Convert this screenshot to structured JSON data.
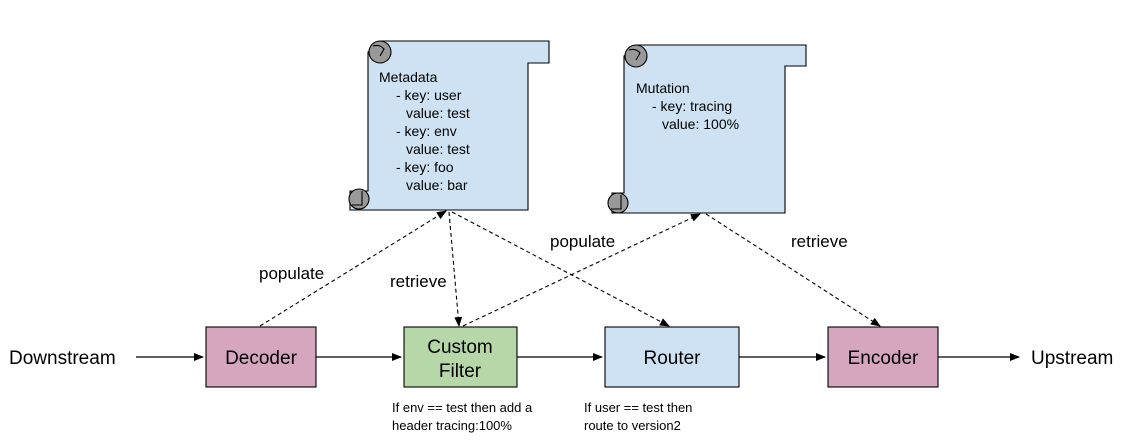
{
  "colors": {
    "decoder_fill": "#d5a6bd",
    "encoder_fill": "#d5a6bd",
    "filter_fill": "#b6d7a8",
    "router_fill": "#cfe2f3",
    "scroll_fill": "#cfe2f3",
    "scroll_curl": "#999999"
  },
  "endpoints": {
    "downstream": "Downstream",
    "upstream": "Upstream"
  },
  "nodes": {
    "decoder": "Decoder",
    "custom_filter_line1": "Custom",
    "custom_filter_line2": "Filter",
    "router": "Router",
    "encoder": "Encoder"
  },
  "metadata_scroll": {
    "title": "Metadata",
    "lines": [
      "- key: user",
      "value: test",
      "- key: env",
      "value: test",
      "- key: foo",
      "value: bar"
    ]
  },
  "mutation_scroll": {
    "title": "Mutation",
    "lines": [
      "- key: tracing",
      "value: 100%"
    ]
  },
  "edge_labels": {
    "decoder_populate": "populate",
    "filter_retrieve": "retrieve",
    "filter_populate": "populate",
    "encoder_retrieve": "retrieve"
  },
  "notes": {
    "filter_note_line1": "If env == test then add a",
    "filter_note_line2": "header tracing:100%",
    "router_note_line1": "If user == test then",
    "router_note_line2": "route to version2"
  }
}
